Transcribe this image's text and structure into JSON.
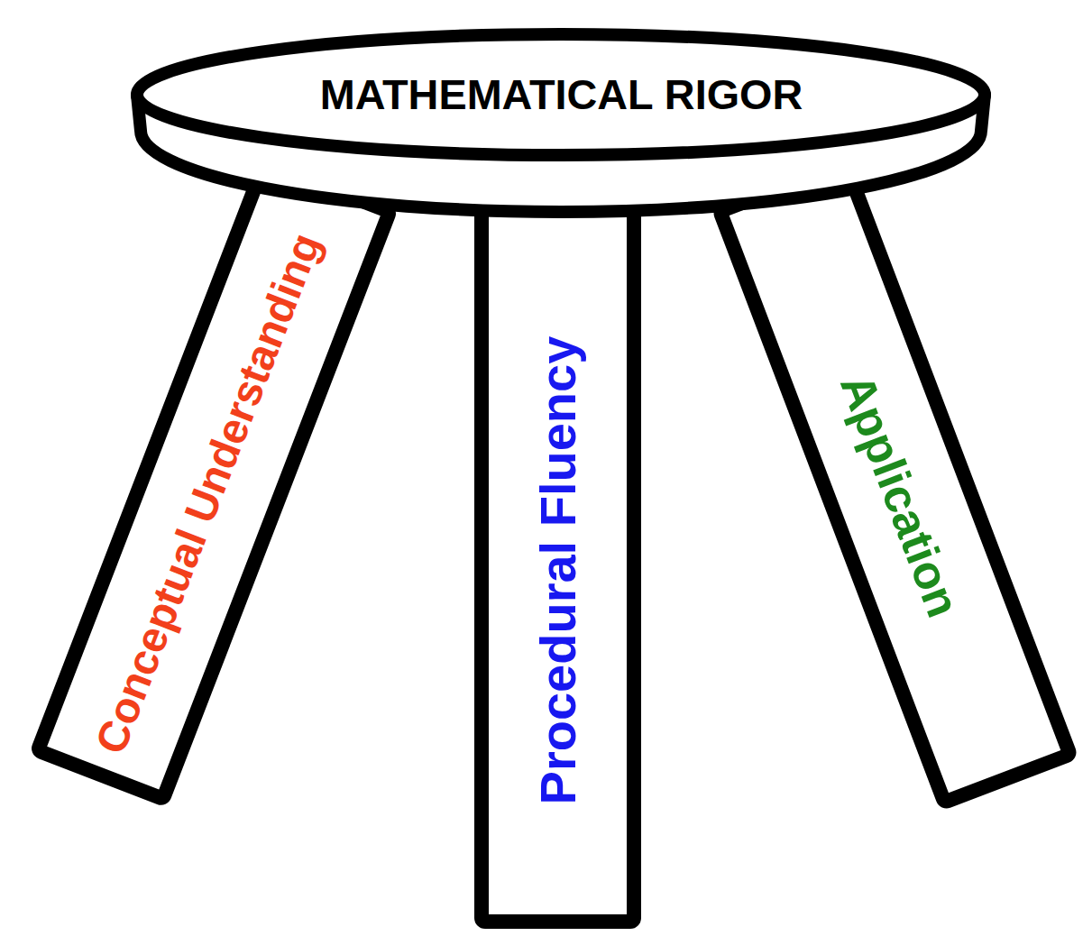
{
  "diagram": {
    "nodes": [
      {
        "text": [
          "MATHEMATICAL RIGOR"
        ]
      },
      {
        "text": [
          "Conceptual Understanding"
        ]
      },
      {
        "text": [
          "Procedural Fluency"
        ]
      },
      {
        "text": [
          "Application"
        ]
      }
    ]
  }
}
